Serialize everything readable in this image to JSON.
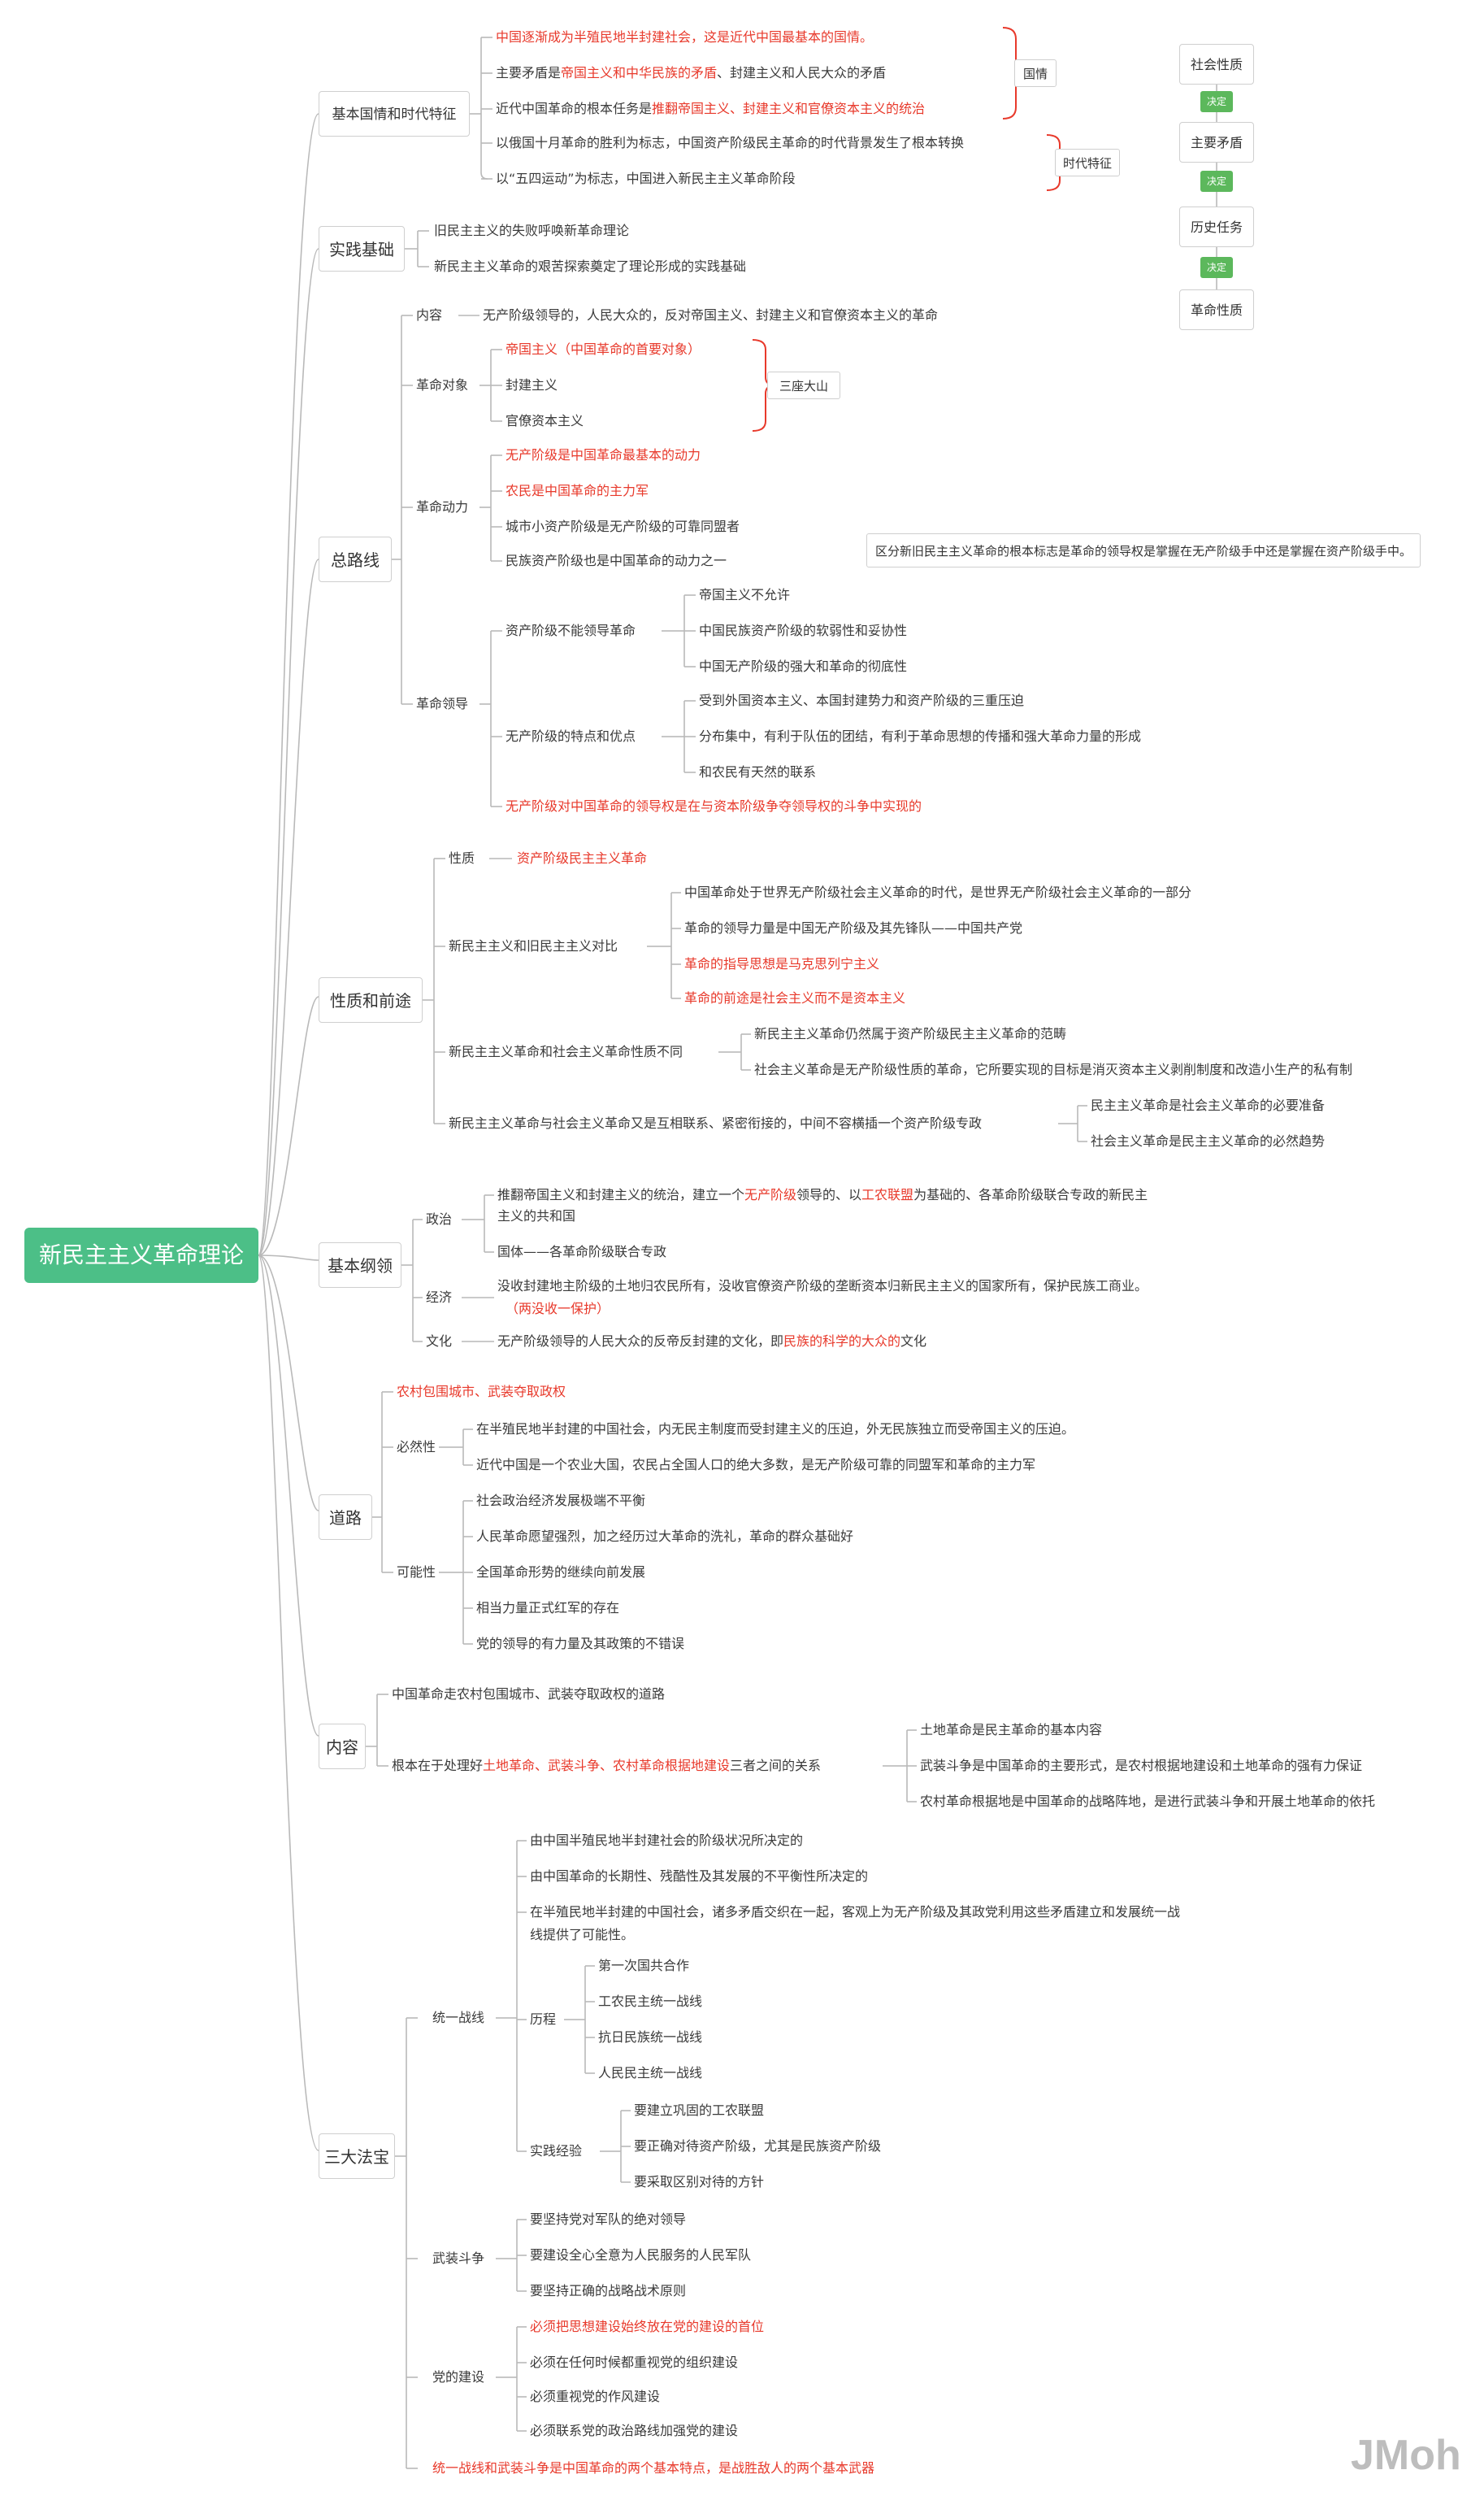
{
  "root": "新民主主义革命理论",
  "watermark": "JMoh",
  "chain": {
    "nodes": [
      "社会性质",
      "主要矛盾",
      "历史任务",
      "革命性质"
    ],
    "link": "决定"
  },
  "s1": {
    "title": "基本国情和时代特征",
    "a1": "中国逐渐成为半殖民地半封建社会，这是近代中国最基本的国情。",
    "a2_pre": "主要矛盾是",
    "a2_red": "帝国主义和中华民族的矛盾",
    "a2_post": "、封建主义和人民大众的矛盾",
    "a3_pre": "近代中国革命的根本任务是",
    "a3_red": "推翻帝国主义、封建主义和官僚资本主义的统治",
    "a4": "以俄国十月革命的胜利为标志，中国资产阶级民主革命的时代背景发生了根本转换",
    "a5": "以“五四运动”为标志，中国进入新民主主义革命阶段",
    "tag_guoqing": "国情",
    "tag_shidai": "时代特征"
  },
  "s2": {
    "title": "实践基础",
    "a1": "旧民主主义的失败呼唤新革命理论",
    "a2": "新民主主义革命的艰苦探索奠定了理论形成的实践基础"
  },
  "s3": {
    "title": "总路线",
    "content_label": "内容",
    "content_text": "无产阶级领导的，人民大众的，反对帝国主义、封建主义和官僚资本主义的革命",
    "target_label": "革命对象",
    "target": [
      "帝国主义（中国革命的首要对象）",
      "封建主义",
      "官僚资本主义"
    ],
    "target_tag": "三座大山",
    "power_label": "革命动力",
    "power": [
      "无产阶级是中国革命最基本的动力",
      "农民是中国革命的主力军",
      "城市小资产阶级是无产阶级的可靠同盟者",
      "民族资产阶级也是中国革命的动力之一"
    ],
    "note": "区分新旧民主主义革命的根本标志是革命的领导权是掌握在无产阶级手中还是掌握在资产阶级手中。",
    "lead_label": "革命领导",
    "lead_a_label": "资产阶级不能领导革命",
    "lead_a": [
      "帝国主义不允许",
      "中国民族资产阶级的软弱性和妥协性",
      "中国无产阶级的强大和革命的彻底性"
    ],
    "lead_b_label": "无产阶级的特点和优点",
    "lead_b": [
      "受到外国资本主义、本国封建势力和资产阶级的三重压迫",
      "分布集中，有利于队伍的团结，有利于革命思想的传播和强大革命力量的形成",
      "和农民有天然的联系"
    ],
    "lead_c": "无产阶级对中国革命的领导权是在与资本阶级争夺领导权的斗争中实现的"
  },
  "s4": {
    "title": "性质和前途",
    "nature_label": "性质",
    "nature_text": "资产阶级民主主义革命",
    "cmp_label": "新民主主义和旧民主主义对比",
    "cmp": [
      "中国革命处于世界无产阶级社会主义革命的时代，是世界无产阶级社会主义革命的一部分",
      "革命的领导力量是中国无产阶级及其先锋队——中国共产党",
      "革命的指导思想是马克思列宁主义",
      "革命的前途是社会主义而不是资本主义"
    ],
    "diff_label": "新民主主义革命和社会主义革命性质不同",
    "diff": [
      "新民主主义革命仍然属于资产阶级民主主义革命的范畴",
      "社会主义革命是无产阶级性质的革命，它所要实现的目标是消灭资本主义剥削制度和改造小生产的私有制"
    ],
    "link_label": "新民主主义革命与社会主义革命又是互相联系、紧密衔接的，中间不容横插一个资产阶级专政",
    "link": [
      "民主主义革命是社会主义革命的必要准备",
      "社会主义革命是民主主义革命的必然趋势"
    ]
  },
  "s5": {
    "title": "基本纲领",
    "pol_label": "政治",
    "pol1_a": "推翻帝国主义和封建主义的统治，建立一个",
    "pol1_r1": "无产阶级",
    "pol1_b": "领导的、以",
    "pol1_r2": "工农联盟",
    "pol1_c": "为基础的、各革命阶级联合专政的新民主",
    "pol1_d": "主义的共和国",
    "pol2": "国体——各革命阶级联合专政",
    "eco_label": "经济",
    "eco1": "没收封建地主阶级的土地归农民所有，没收官僚资产阶级的垄断资本归新民主主义的国家所有，保护民族工商业。",
    "eco2": "（两没收一保护）",
    "cul_label": "文化",
    "cul_a": "无产阶级领导的人民大众的反帝反封建的文化，即",
    "cul_r": "民族的科学的大众的",
    "cul_b": "文化"
  },
  "s6": {
    "title": "道路",
    "top": "农村包围城市、武装夺取政权",
    "nec_label": "必然性",
    "nec": [
      "在半殖民地半封建的中国社会，内无民主制度而受封建主义的压迫，外无民族独立而受帝国主义的压迫。",
      "近代中国是一个农业大国，农民占全国人口的绝大多数，是无产阶级可靠的同盟军和革命的主力军"
    ],
    "pos_label": "可能性",
    "pos": [
      "社会政治经济发展极端不平衡",
      "人民革命愿望强烈，加之经历过大革命的洗礼，革命的群众基础好",
      "全国革命形势的继续向前发展",
      "相当力量正式红军的存在",
      "党的领导的有力量及其政策的不错误"
    ]
  },
  "s7": {
    "title": "内容",
    "a1": "中国革命走农村包围城市、武装夺取政权的道路",
    "a2_pre": "根本在于处理好",
    "a2_red": "土地革命、武装斗争、农村革命根据地建设",
    "a2_post": "三者之间的关系",
    "sub": [
      "土地革命是民主革命的基本内容",
      "武装斗争是中国革命的主要形式，是农村根据地建设和土地革命的强有力保证",
      "农村革命根据地是中国革命的战略阵地，是进行武装斗争和开展土地革命的依托"
    ]
  },
  "s8": {
    "title": "三大法宝",
    "uf_label": "统一战线",
    "uf": [
      "由中国半殖民地半封建社会的阶级状况所决定的",
      "由中国革命的长期性、残酷性及其发展的不平衡性所决定的",
      "在半殖民地半封建的中国社会，诸多矛盾交织在一起，客观上为无产阶级及其政党利用这些矛盾建立和发展统一战",
      "线提供了可能性。"
    ],
    "hist_label": "历程",
    "hist": [
      "第一次国共合作",
      "工农民主统一战线",
      "抗日民族统一战线",
      "人民民主统一战线"
    ],
    "exp_label": "实践经验",
    "exp": [
      "要建立巩固的工农联盟",
      "要正确对待资产阶级，尤其是民族资产阶级",
      "要采取区别对待的方针"
    ],
    "arm_label": "武装斗争",
    "arm": [
      "要坚持党对军队的绝对领导",
      "要建设全心全意为人民服务的人民军队",
      "要坚持正确的战略战术原则"
    ],
    "party_label": "党的建设",
    "party": [
      "必须把思想建设始终放在党的建设的首位",
      "必须在任何时候都重视党的组织建设",
      "必须重视党的作风建设",
      "必须联系党的政治路线加强党的建设"
    ],
    "final": "统一战线和武装斗争是中国革命的两个基本特点，是战胜敌人的两个基本武器"
  }
}
